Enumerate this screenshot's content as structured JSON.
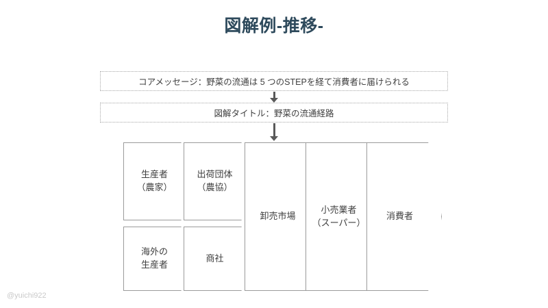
{
  "slide": {
    "title": "図解例-推移-",
    "title_color": "#2e4a5c",
    "background": "#ffffff",
    "watermark": "@yuichi922"
  },
  "messages": {
    "core_message": "コアメッセージ：野菜の流通は 5 つのSTEPを経て消費者に届けられる",
    "diagram_title": "図解タイトル：野菜の流通経路",
    "border_color": "#a6a6a6",
    "text_color": "#3f3f3f"
  },
  "arrows": {
    "core_to_title": "down-arrow",
    "title_to_chart": "down-arrow",
    "color": "#595959"
  },
  "chart_data": {
    "type": "diagram",
    "subtype": "process-flow-chevrons",
    "title": "野菜の流通経路",
    "step_count": 5,
    "shape_border_color": "#9a9a9a",
    "shape_fill": "#ffffff",
    "columns": [
      {
        "index": 1,
        "split": true,
        "nodes": [
          {
            "label": "生産者\n（農家）",
            "row": "top"
          },
          {
            "label": "海外の\n生産者",
            "row": "bottom"
          }
        ]
      },
      {
        "index": 2,
        "split": true,
        "nodes": [
          {
            "label": "出荷団体\n（農協）",
            "row": "top"
          },
          {
            "label": "商社",
            "row": "bottom"
          }
        ]
      },
      {
        "index": 3,
        "split": false,
        "nodes": [
          {
            "label": "卸売市場",
            "row": "full"
          }
        ]
      },
      {
        "index": 4,
        "split": false,
        "nodes": [
          {
            "label": "小売業者\n（スーパー）",
            "row": "full"
          }
        ]
      },
      {
        "index": 5,
        "split": false,
        "nodes": [
          {
            "label": "消費者",
            "row": "full"
          }
        ]
      }
    ]
  }
}
